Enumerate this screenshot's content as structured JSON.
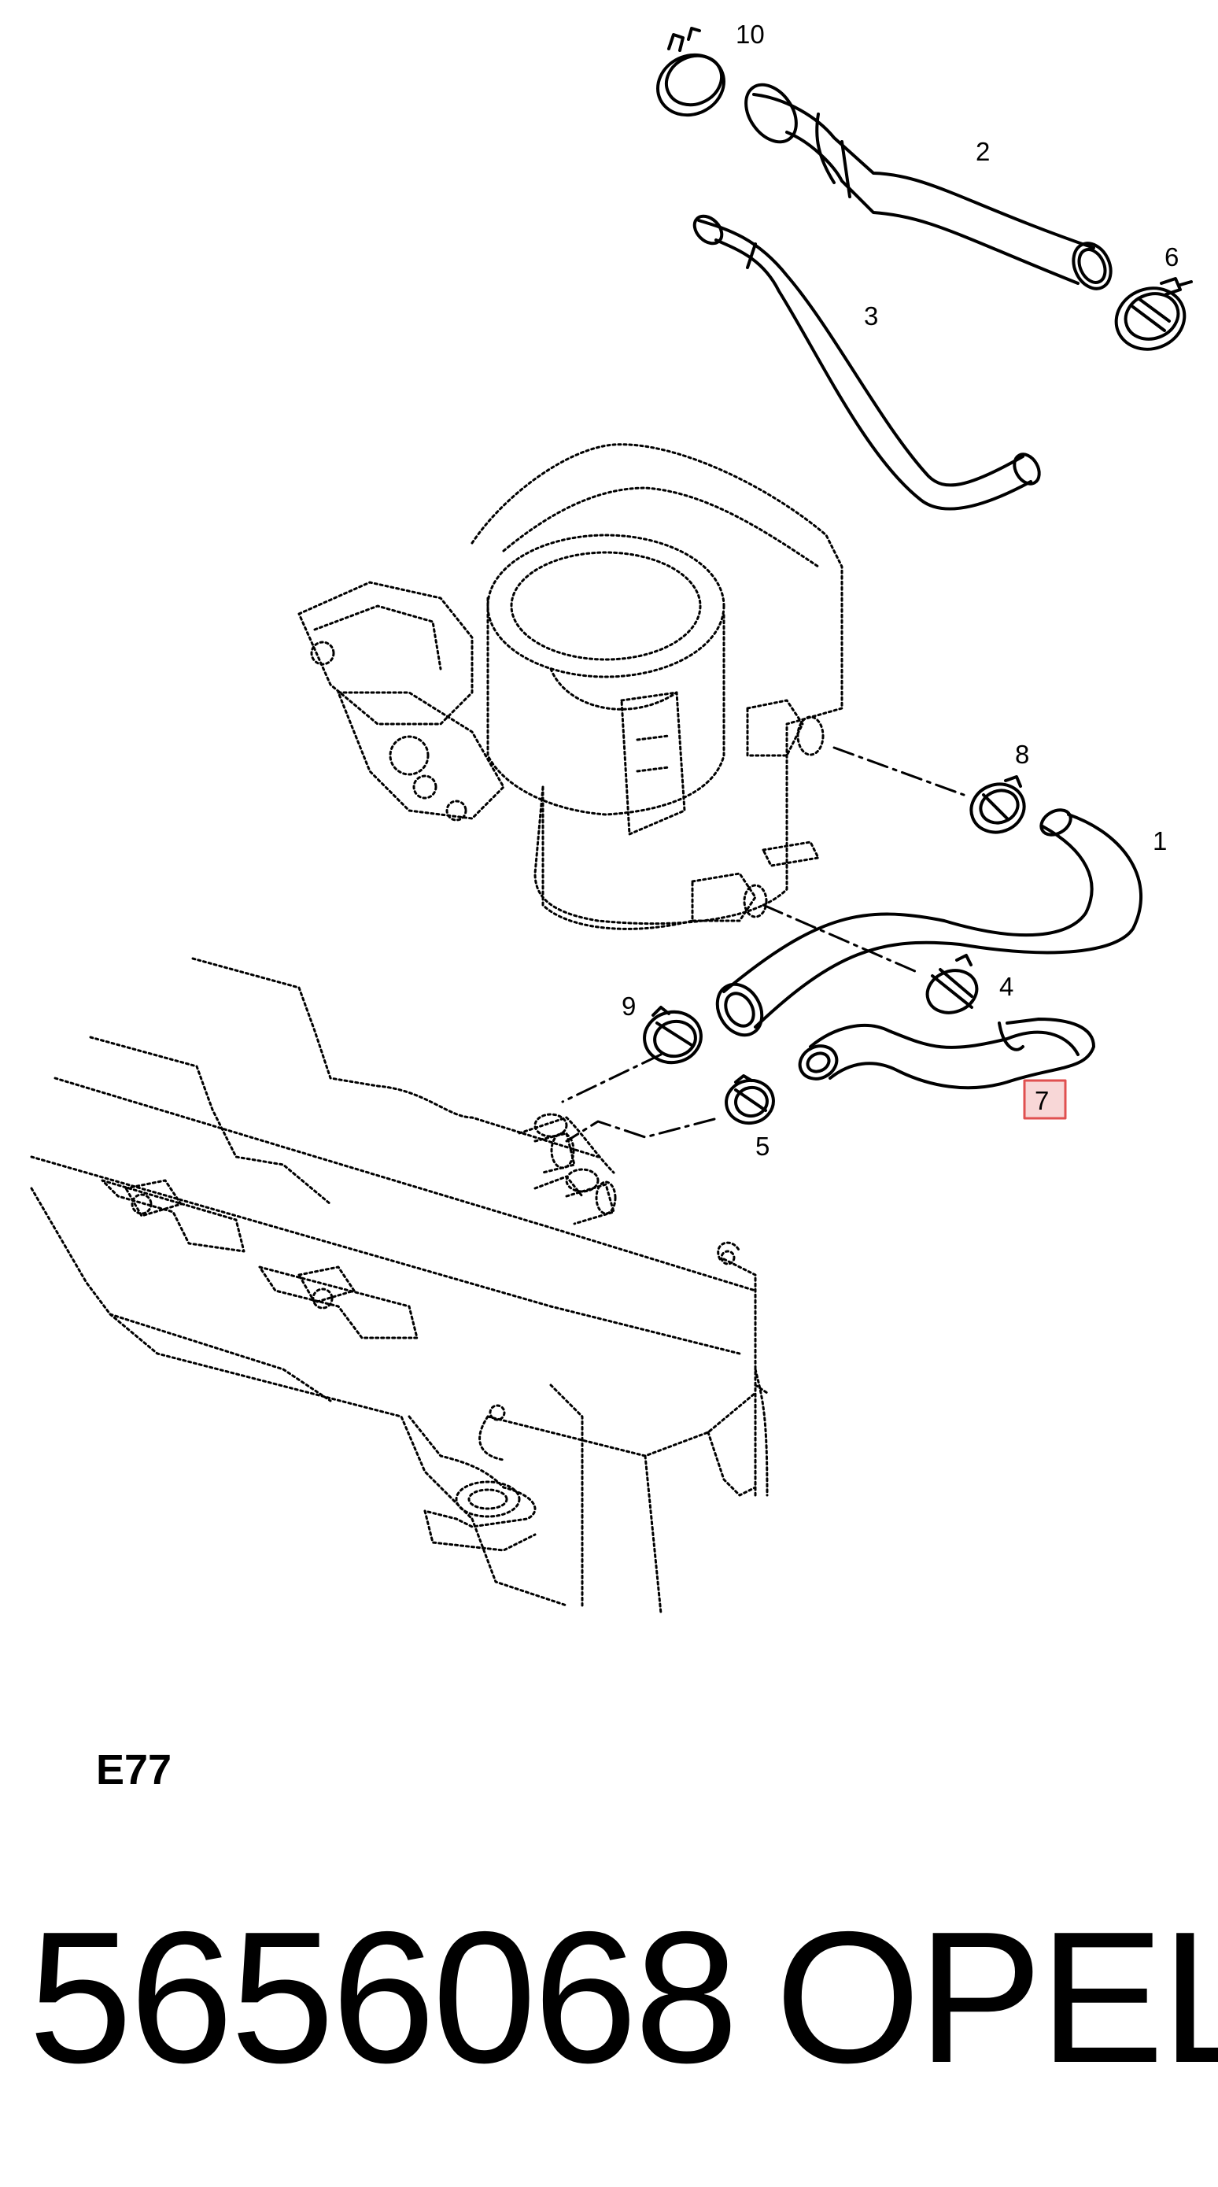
{
  "diagram": {
    "callouts": {
      "c1": "1",
      "c2": "2",
      "c3": "3",
      "c4": "4",
      "c5": "5",
      "c6": "6",
      "c7": "7",
      "c8": "8",
      "c9": "9",
      "c10": "10"
    },
    "highlight_callout": "7",
    "highlight_color": "#e05050",
    "highlight_fill": "#f8d7d7",
    "section_code": "E77"
  },
  "footer": {
    "part_number": "5656068",
    "brand": "OPEL"
  }
}
